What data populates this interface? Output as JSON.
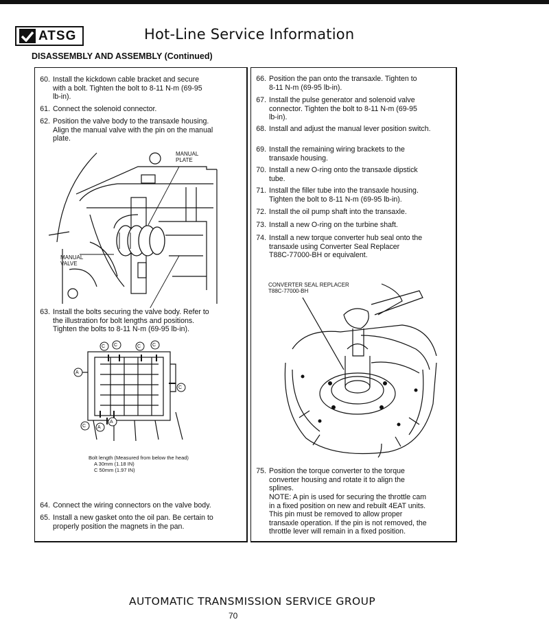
{
  "header": {
    "logo_text": "ATSG",
    "title": "Hot-Line Service Information",
    "subtitle": "DISASSEMBLY AND ASSEMBLY (Continued)"
  },
  "left": {
    "s60": {
      "num": "60.",
      "lines": [
        "Install the kickdown cable bracket and secure",
        "with a bolt. Tighten the bolt to 8-11 N-m (69-95",
        "lb-in)."
      ]
    },
    "s61": {
      "num": "61.",
      "lines": [
        "Connect the solenoid connector."
      ]
    },
    "s62": {
      "num": "62.",
      "lines": [
        "Position the valve body to the transaxle housing.",
        "Align the manual valve with the pin on the manual",
        "plate."
      ]
    },
    "fig1": {
      "label_plate_1": "MANUAL",
      "label_plate_2": "PLATE",
      "label_valve_1": "MANUAL",
      "label_valve_2": "VALVE"
    },
    "s63": {
      "num": "63.",
      "lines": [
        "Install the bolts securing the valve body. Refer to",
        "the illustration for bolt lengths and positions.",
        "Tighten the bolts to 8-11 N-m (69-95 lb-in)."
      ]
    },
    "fig2": {
      "markers": [
        "C",
        "C",
        "C",
        "C",
        "A",
        "C",
        "A",
        "A",
        "C"
      ],
      "note_title": "Bolt length (Measured from below the head)",
      "note_a": "A  30mm (1.18 IN)",
      "note_c": "C  50mm (1.97 IN)"
    },
    "s64": {
      "num": "64.",
      "lines": [
        "Connect the wiring connectors on the valve body."
      ]
    },
    "s65": {
      "num": "65.",
      "lines": [
        "Install a new gasket onto the oil pan. Be certain to",
        "properly position the magnets in the pan."
      ]
    }
  },
  "right": {
    "s66": {
      "num": "66.",
      "lines": [
        "Position the pan onto the transaxle. Tighten to",
        "8-11 N-m (69-95 lb-in)."
      ]
    },
    "s67": {
      "num": "67.",
      "lines": [
        "Install the pulse generator and solenoid valve",
        "connector. Tighten the bolt to 8-11 N-m (69-95",
        "lb-in)."
      ]
    },
    "s68": {
      "num": "68.",
      "lines": [
        "Install and adjust the manual lever position switch."
      ]
    },
    "s69": {
      "num": "69.",
      "lines": [
        "Install the remaining wiring brackets to the",
        "transaxle housing."
      ]
    },
    "s70": {
      "num": "70.",
      "lines": [
        "Install a new O-ring onto the transaxle dipstick",
        "tube."
      ]
    },
    "s71": {
      "num": "71.",
      "lines": [
        "Install the filler tube into the transaxle housing.",
        "Tighten the bolt to 8-11 N-m (69-95 lb-in)."
      ]
    },
    "s72": {
      "num": "72.",
      "lines": [
        "Install the oil pump shaft into the transaxle."
      ]
    },
    "s73": {
      "num": "73.",
      "lines": [
        "Install a new O-ring on the turbine shaft."
      ]
    },
    "s74": {
      "num": "74.",
      "lines": [
        "Install a new torque converter hub seal onto the",
        "transaxle using Converter Seal Replacer",
        "T88C-77000-BH or equivalent."
      ]
    },
    "fig3": {
      "label_1": "CONVERTER SEAL REPLACER",
      "label_2": "T88C-77000-BH"
    },
    "s75": {
      "num": "75.",
      "lines": [
        "Position the torque converter to the torque",
        "converter housing and rotate it to align the",
        "splines."
      ]
    },
    "note": {
      "lines": [
        "NOTE:  A pin is used for securing the throttle cam",
        "in a fixed position on new and rebuilt 4EAT units.",
        "This pin must be removed to allow proper",
        "transaxle operation. If the pin is not removed, the",
        "throttle lever will remain in a fixed position."
      ]
    }
  },
  "footer": {
    "org": "AUTOMATIC TRANSMISSION SERVICE GROUP",
    "page": "70"
  }
}
